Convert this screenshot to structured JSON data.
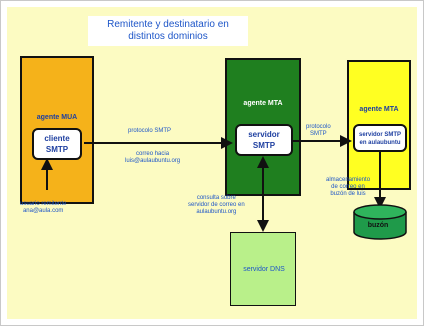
{
  "title": {
    "line1": "Remitente y destinatario en",
    "line2": "distintos dominios"
  },
  "mua": {
    "agent_label": "agente MUA",
    "client_line1": "cliente",
    "client_line2": "SMTP",
    "color": "#f5b21a"
  },
  "mta_left": {
    "agent_label": "agente MTA",
    "server_line1": "servidor",
    "server_line2": "SMTP",
    "color": "#1f7f1f"
  },
  "mta_right": {
    "agent_label": "agente MTA",
    "server_line1": "servidor SMTP",
    "server_line2": "en aulaubuntu",
    "color": "#ffff22"
  },
  "dns": {
    "label": "servidor DNS",
    "color": "#b9f08a"
  },
  "mailbox": {
    "label": "buzón",
    "color": "#1f9a4a"
  },
  "annotations": {
    "protocol_left": "protocolo SMTP",
    "mail_to_line1": "correo hacia",
    "mail_to_line2": "luis@aulaubuntu.org",
    "protocol_right_line1": "protocolo",
    "protocol_right_line2": "SMTP",
    "dns_query_line1": "consulta sobre",
    "dns_query_line2": "servidor de correo en",
    "dns_query_line3": "aulaubuntu.org",
    "user_line1": "usuario remitente",
    "user_line2": "ana@aula.com",
    "storage_line1": "almacenamiento",
    "storage_line2": "de correo en",
    "storage_line3": "buzón de luis"
  },
  "colors": {
    "background": "#fcfbc2",
    "text_blue": "#1e56c8"
  }
}
